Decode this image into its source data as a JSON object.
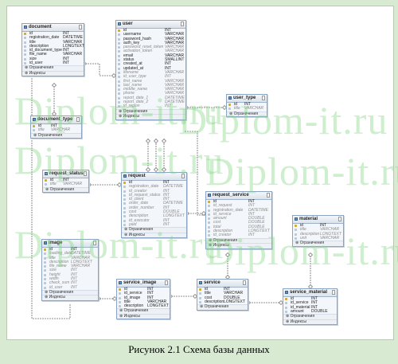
{
  "caption": "Рисунок 2.1 Схема базы данных",
  "watermark": "Diplom-it.ru",
  "colors": {
    "background": "#d9ead3",
    "table_header": "#dbe2ea",
    "watermark": "#7ed67e",
    "primary_key": "#d3a82c"
  },
  "sections": {
    "constraints": "Ограничения",
    "indexes": "Индексы"
  },
  "tables": [
    {
      "id": "document",
      "name": "document",
      "columns": [
        {
          "name": "id",
          "type": "INT",
          "pk": true
        },
        {
          "name": "registration_date",
          "type": "DATETIME"
        },
        {
          "name": "title",
          "type": "VARCHAR"
        },
        {
          "name": "description",
          "type": "LONGTEXT"
        },
        {
          "name": "id_document_type",
          "type": "INT"
        },
        {
          "name": "file_name",
          "type": "VARCHAR"
        },
        {
          "name": "size",
          "type": "INT"
        },
        {
          "name": "id_user",
          "type": "INT"
        }
      ],
      "sections": [
        "constraints",
        "indexes"
      ]
    },
    {
      "id": "user",
      "name": "user",
      "columns": [
        {
          "name": "id",
          "type": "INT",
          "pk": true
        },
        {
          "name": "username",
          "type": "VARCHAR"
        },
        {
          "name": "password_hash",
          "type": "VARCHAR"
        },
        {
          "name": "auth_key",
          "type": "VARCHAR"
        },
        {
          "name": "password_reset_token",
          "type": "VARCHAR",
          "grey": true
        },
        {
          "name": "activation_token",
          "type": "VARCHAR",
          "grey": true
        },
        {
          "name": "email",
          "type": "VARCHAR"
        },
        {
          "name": "status",
          "type": "SMALLINT"
        },
        {
          "name": "created_at",
          "type": "INT"
        },
        {
          "name": "updated_at",
          "type": "INT"
        },
        {
          "name": "lifename",
          "type": "VARCHAR",
          "grey": true
        },
        {
          "name": "id_user_type",
          "type": "INT",
          "grey": true
        },
        {
          "name": "first_name",
          "type": "VARCHAR",
          "grey": true
        },
        {
          "name": "last_name",
          "type": "VARCHAR",
          "grey": true
        },
        {
          "name": "middle_name",
          "type": "VARCHAR",
          "grey": true
        },
        {
          "name": "phone",
          "type": "VARCHAR",
          "grey": true
        },
        {
          "name": "report_date_1",
          "type": "DATETIME",
          "grey": true
        },
        {
          "name": "report_date_2",
          "type": "DATETIME",
          "grey": true
        },
        {
          "name": "id_region",
          "type": "INT",
          "grey": true
        }
      ],
      "sections": [
        "constraints",
        "indexes"
      ]
    },
    {
      "id": "user_type",
      "name": "user_type",
      "columns": [
        {
          "name": "id",
          "type": "INT",
          "pk": true
        },
        {
          "name": "title",
          "type": "VARCHAR",
          "grey": true
        }
      ],
      "sections": [
        "constraints"
      ]
    },
    {
      "id": "document_type",
      "name": "document_type",
      "columns": [
        {
          "name": "id",
          "type": "INT",
          "pk": true
        },
        {
          "name": "title",
          "type": "VARCHAR",
          "grey": true
        }
      ],
      "sections": [
        "constraints"
      ]
    },
    {
      "id": "request_status",
      "name": "request_status",
      "columns": [
        {
          "name": "id",
          "type": "INT",
          "pk": true
        },
        {
          "name": "title",
          "type": "VARCHAR",
          "grey": true
        }
      ],
      "sections": [
        "constraints"
      ]
    },
    {
      "id": "request",
      "name": "request",
      "columns": [
        {
          "name": "id",
          "type": "INT",
          "pk": true
        },
        {
          "name": "registration_date",
          "type": "DATETIME",
          "grey": true
        },
        {
          "name": "id_creator",
          "type": "INT",
          "grey": true
        },
        {
          "name": "id_request_status",
          "type": "INT",
          "grey": true
        },
        {
          "name": "id_client",
          "type": "INT",
          "grey": true
        },
        {
          "name": "order_date",
          "type": "DATETIME",
          "grey": true
        },
        {
          "name": "order_number",
          "type": "INT",
          "grey": true
        },
        {
          "name": "cost",
          "type": "DOUBLE",
          "grey": true
        },
        {
          "name": "description",
          "type": "LONGTEXT",
          "grey": true
        },
        {
          "name": "id_executor",
          "type": "INT",
          "grey": true
        },
        {
          "name": "paid",
          "type": "INT",
          "grey": true
        }
      ],
      "sections": [
        "constraints",
        "indexes"
      ]
    },
    {
      "id": "request_service",
      "name": "request_service",
      "columns": [
        {
          "name": "id",
          "type": "INT",
          "pk": true
        },
        {
          "name": "id_request",
          "type": "INT",
          "grey": true
        },
        {
          "name": "registration_date",
          "type": "DATETIME",
          "grey": true
        },
        {
          "name": "id_service",
          "type": "INT",
          "grey": true
        },
        {
          "name": "amount",
          "type": "DOUBLE",
          "grey": true
        },
        {
          "name": "cost",
          "type": "DOUBLE",
          "grey": true
        },
        {
          "name": "total",
          "type": "DOUBLE",
          "grey": true
        },
        {
          "name": "description",
          "type": "LONGTEXT",
          "grey": true
        },
        {
          "name": "id_creator",
          "type": "INT",
          "grey": true
        }
      ],
      "sections": [
        "constraints",
        "indexes"
      ]
    },
    {
      "id": "material",
      "name": "material",
      "columns": [
        {
          "name": "id",
          "type": "INT",
          "pk": true
        },
        {
          "name": "title",
          "type": "VARCHAR",
          "grey": true
        },
        {
          "name": "description",
          "type": "LONGTEXT",
          "grey": true
        },
        {
          "name": "unit",
          "type": "VARCHAR",
          "grey": true
        }
      ],
      "sections": [
        "constraints"
      ]
    },
    {
      "id": "image",
      "name": "image",
      "columns": [
        {
          "name": "id",
          "type": "INT",
          "pk": true
        },
        {
          "name": "loading_date",
          "type": "DATETIME",
          "grey": true
        },
        {
          "name": "title",
          "type": "VARCHAR",
          "grey": true
        },
        {
          "name": "description",
          "type": "LONGTEXT",
          "grey": true
        },
        {
          "name": "file_name",
          "type": "VARCHAR",
          "grey": true
        },
        {
          "name": "size",
          "type": "INT",
          "grey": true
        },
        {
          "name": "height",
          "type": "INT",
          "grey": true
        },
        {
          "name": "width",
          "type": "INT",
          "grey": true
        },
        {
          "name": "check_sum",
          "type": "INT",
          "grey": true
        },
        {
          "name": "id_user",
          "type": "INT",
          "grey": true
        }
      ],
      "sections": [
        "constraints",
        "indexes"
      ]
    },
    {
      "id": "service_image",
      "name": "service_image",
      "columns": [
        {
          "name": "id",
          "type": "INT",
          "pk": true
        },
        {
          "name": "id_service",
          "type": "INT"
        },
        {
          "name": "id_image",
          "type": "INT"
        },
        {
          "name": "title",
          "type": "VARCHAR"
        },
        {
          "name": "description",
          "type": "LONGTEXT"
        }
      ],
      "sections": [
        "constraints",
        "indexes"
      ]
    },
    {
      "id": "service",
      "name": "service",
      "columns": [
        {
          "name": "id",
          "type": "INT",
          "pk": true
        },
        {
          "name": "title",
          "type": "VARCHAR"
        },
        {
          "name": "cost",
          "type": "DOUBLE"
        },
        {
          "name": "description",
          "type": "LONGTEXT"
        }
      ],
      "sections": [
        "constraints"
      ]
    },
    {
      "id": "service_material",
      "name": "service_material",
      "columns": [
        {
          "name": "id",
          "type": "INT",
          "pk": true
        },
        {
          "name": "id_service",
          "type": "INT"
        },
        {
          "name": "id_material",
          "type": "INT"
        },
        {
          "name": "amount",
          "type": "DOUBLE"
        }
      ],
      "sections": [
        "constraints",
        "indexes"
      ]
    }
  ]
}
